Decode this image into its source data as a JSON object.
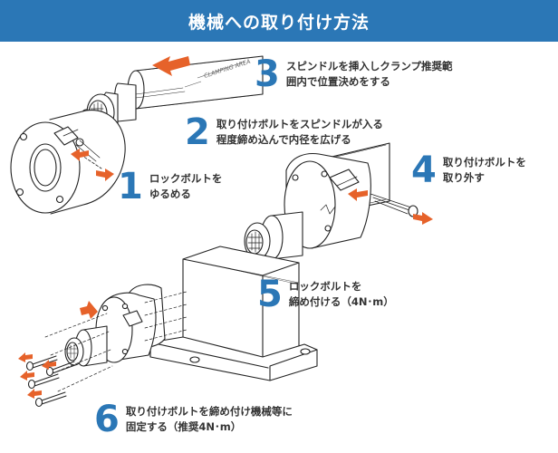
{
  "title": "機械への取り付け方法",
  "colors": {
    "blue": "#2b77b6",
    "orange": "#e6622a",
    "line": "#222222"
  },
  "steps": [
    {
      "number": "1",
      "lines": [
        "ロックボルトを",
        "ゆるめる"
      ]
    },
    {
      "number": "2",
      "lines": [
        "取り付けボルトをスピンドルが入る",
        "程度締め込んで内径を広げる"
      ]
    },
    {
      "number": "3",
      "lines": [
        "スピンドルを挿入しクランプ推奨範",
        "囲内で位置決めをする"
      ]
    },
    {
      "number": "4",
      "lines": [
        "取り付けボルトを",
        "取り外す"
      ]
    },
    {
      "number": "5",
      "lines": [
        "ロックボルトを",
        "締め付ける（4N･m）"
      ]
    },
    {
      "number": "6",
      "lines": [
        "取り付けボルトを締め付け機械等に",
        "固定する（推奨4N･m）"
      ]
    }
  ],
  "labels": {
    "clamping_area": "CLAMPING AREA"
  },
  "icons": [
    "arrow-icon"
  ]
}
